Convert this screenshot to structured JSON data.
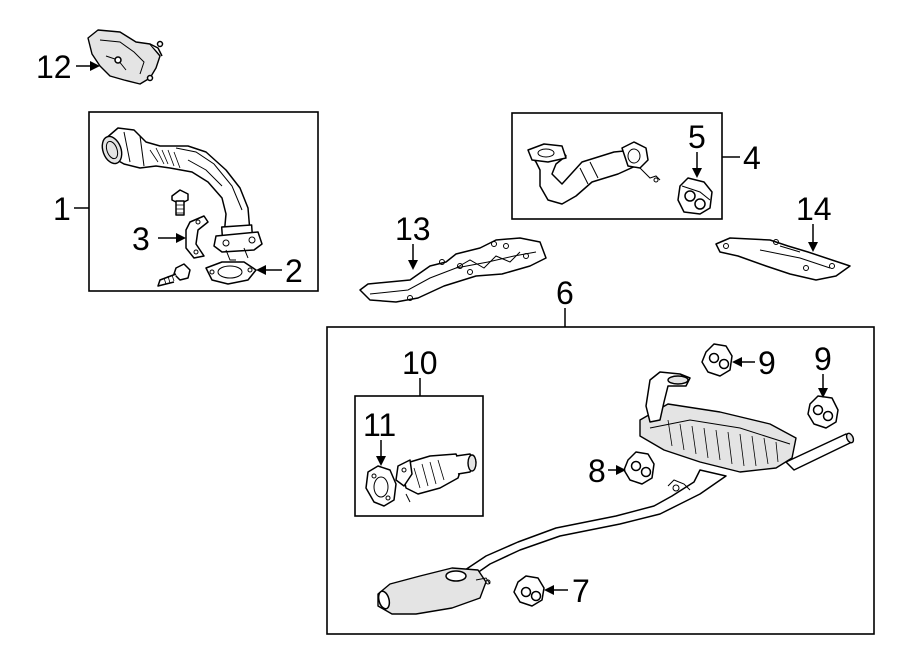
{
  "diagram": {
    "callouts": {
      "c1": "1",
      "c2": "2",
      "c3": "3",
      "c4": "4",
      "c5": "5",
      "c6": "6",
      "c7": "7",
      "c8": "8",
      "c9a": "9",
      "c9b": "9",
      "c10": "10",
      "c11": "11",
      "c12": "12",
      "c13": "13",
      "c14": "14"
    }
  }
}
